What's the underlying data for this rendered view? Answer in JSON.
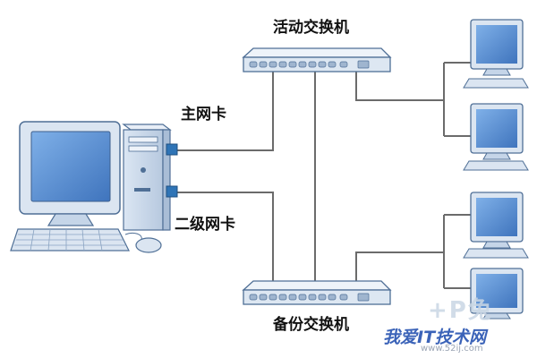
{
  "labels": {
    "active_switch": "活动交换机",
    "backup_switch": "备份交换机",
    "primary_nic": "主网卡",
    "secondary_nic": "二级网卡"
  },
  "watermark": {
    "logo": "+P兔",
    "text": "我爱IT技术网",
    "url": "www.52ij.com"
  },
  "colors": {
    "cable": "#6b6b6b",
    "device_body": "#cfdcec",
    "device_outline": "#4f6f96",
    "screen": "#5d8fd0",
    "nic_port": "#2f74b6"
  },
  "icons": [
    "desktop-computer-icon",
    "tower-case-icon",
    "keyboard-icon",
    "mouse-icon",
    "network-switch-icon",
    "monitor-icon"
  ]
}
